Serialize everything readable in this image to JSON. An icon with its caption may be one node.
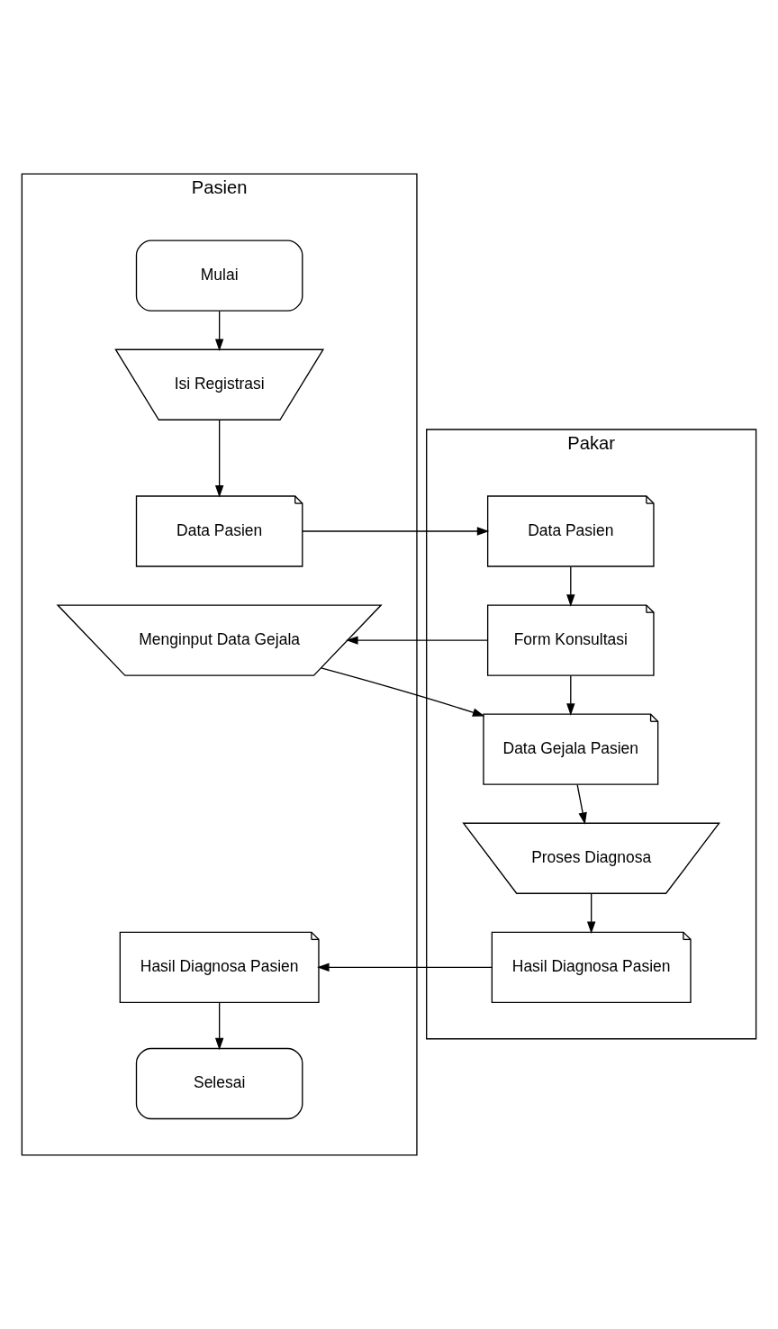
{
  "diagram": {
    "nodes": [
      {
        "text": [
          "Pasien"
        ]
      },
      {
        "text": [
          "Pakar"
        ]
      },
      {
        "text": [
          "Mulai"
        ],
        "in": 0
      },
      {
        "text": [
          "Isi Registrasi"
        ],
        "in": 0
      },
      {
        "text": [
          "Data Pasien"
        ],
        "in": 0
      },
      {
        "text": [
          "Menginput Data Gejala"
        ],
        "in": 0
      },
      {
        "text": [
          "Hasil Diagnosa Pasien"
        ],
        "in": 0
      },
      {
        "text": [
          "Selesai"
        ],
        "in": 0
      },
      {
        "text": [
          "Data Pasien"
        ],
        "in": 1
      },
      {
        "text": [
          "Form Konsultasi"
        ],
        "in": 1
      },
      {
        "text": [
          "Data Gejala Pasien"
        ],
        "in": 1
      },
      {
        "text": [
          "Proses Diagnosa"
        ],
        "in": 1
      },
      {
        "text": [
          "Hasil Diagnosa Pasien"
        ],
        "in": 1
      }
    ],
    "edges": [
      {
        "from": 2,
        "to": 3,
        "arrow": "to"
      },
      {
        "from": 3,
        "to": 4,
        "arrow": "to"
      },
      {
        "from": 4,
        "to": 8,
        "arrow": "to"
      },
      {
        "from": 8,
        "to": 9,
        "arrow": "to"
      },
      {
        "from": 9,
        "to": 5,
        "arrow": "to"
      },
      {
        "from": 9,
        "to": 10,
        "arrow": "to"
      },
      {
        "from": 5,
        "to": 10,
        "arrow": "to"
      },
      {
        "from": 10,
        "to": 11,
        "arrow": "to"
      },
      {
        "from": 11,
        "to": 12,
        "arrow": "to"
      },
      {
        "from": 12,
        "to": 6,
        "arrow": "to"
      },
      {
        "from": 6,
        "to": 7,
        "arrow": "to"
      }
    ]
  }
}
